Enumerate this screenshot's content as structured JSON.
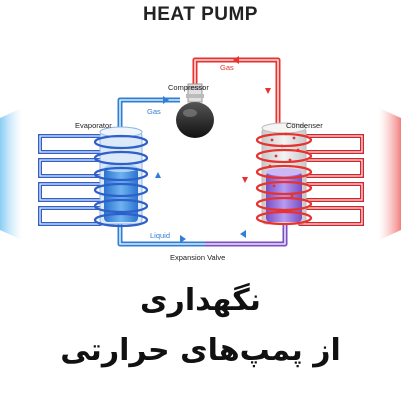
{
  "title": "HEAT PUMP",
  "labels": {
    "compressor": "Compressor",
    "evaporator": "Evaporator",
    "condenser": "Condenser",
    "gas_left": "Gas",
    "gas_top": "Gas",
    "liquid": "Liquid",
    "expansion_valve": "Expansion Valve"
  },
  "caption": {
    "line1": "نگهداری",
    "line2": "از پمپ‌های حرارتی"
  },
  "colors": {
    "hot": "#e8322f",
    "cold": "#2f7fd6",
    "mix": "#7a4fc4"
  }
}
